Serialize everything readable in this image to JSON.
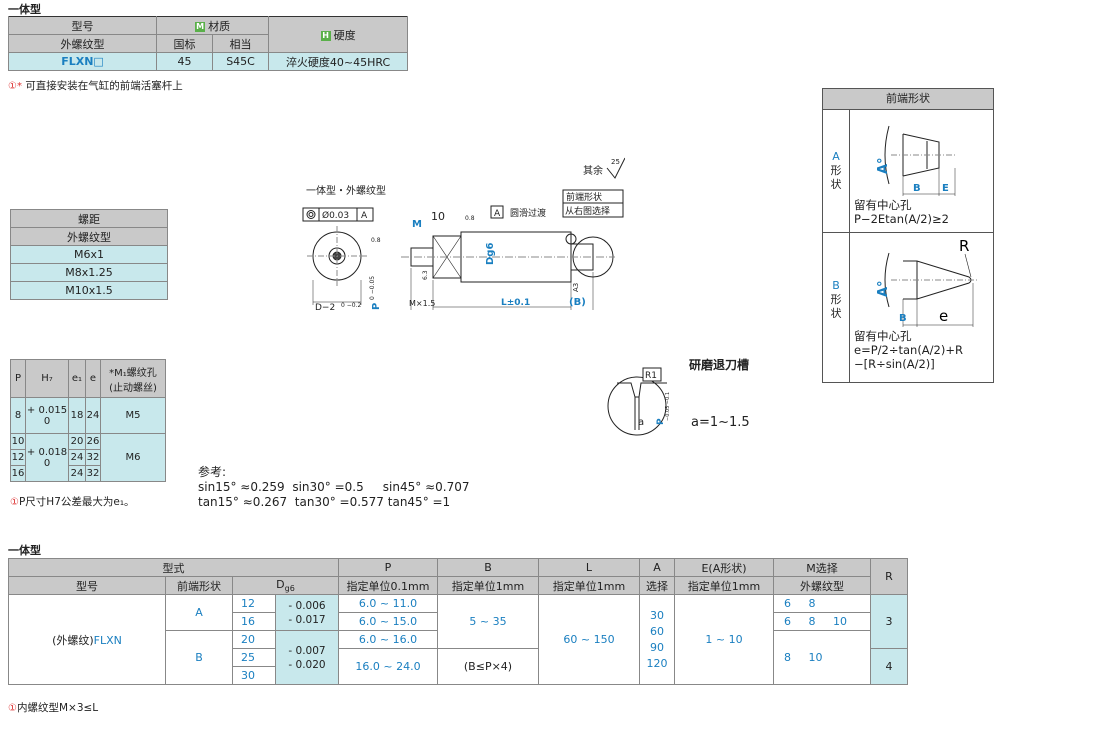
{
  "section1_title": "一体型",
  "material_table": {
    "model_header": "型号",
    "material_header": "材质",
    "material_badge": "M",
    "hardness_header": "硬度",
    "hardness_badge": "H",
    "sub_model": "外螺纹型",
    "sub_std": "国标",
    "sub_eq": "相当",
    "row_model": "FLXN□",
    "row_std": "45",
    "row_eq": "S45C",
    "row_hardness": "淬火硬度40~45HRC"
  },
  "note_top": "可直接安装在气缸的前端活塞杆上",
  "note_icon_top": "①*",
  "pitch_table": {
    "header": "螺距",
    "sub": "外螺纹型",
    "rows": [
      "M6x1",
      "M8x1.25",
      "M10x1.5"
    ]
  },
  "h7_table": {
    "headers": [
      "P",
      "H₇",
      "e₁",
      "e",
      "*M₁螺纹孔",
      "(止动螺丝)"
    ],
    "g1_p": "8",
    "g1_tol_a": "+ 0.015",
    "g1_tol_b": "0",
    "g1_e1": "18",
    "g1_e": "24",
    "g1_m": "M5",
    "g2_p": [
      "10",
      "12",
      "16"
    ],
    "g2_tol_a": "+ 0.018",
    "g2_tol_b": "0",
    "g2_e1": [
      "20",
      "24",
      "24"
    ],
    "g2_e": [
      "26",
      "32",
      "32"
    ],
    "g2_m": "M6",
    "note": "P尺寸H7公差最大为e₁。",
    "note_icon": "①"
  },
  "reference": {
    "label": "参考:",
    "line1": "sin15° ≈0.259  sin30° =0.5     sin45° ≈0.707",
    "line2": "tan15° ≈0.267  tan30° =0.577 tan45° =1"
  },
  "drawing": {
    "title": "一体型・外螺纹型",
    "other": "其余",
    "other_rough": "25",
    "conc": "Ø0.03",
    "datum": "A",
    "rough_08": "0.8",
    "dim_10": "10",
    "smooth": "圆滑过渡",
    "front_shape_a": "前端形状",
    "front_shape_b": "从右图选择",
    "label_M": "M",
    "label_Dg6": "Dg6",
    "label_Mx15": "M×1.5",
    "label_L": "L±0.1",
    "label_B": "(B)",
    "label_D02": "D−2",
    "label_D02_tol": "0 −0.2",
    "label_P": "P",
    "label_P_tol": "0 −0.05",
    "label_63": "6.3",
    "label_A3": "A3"
  },
  "groove": {
    "title": "研磨退刀槽",
    "r1": "R1",
    "a": "a",
    "p": "P",
    "p_tol": "−0.05 −0.1",
    "formula": "a=1~1.5"
  },
  "front_shape": {
    "header": "前端形状",
    "a_label": "A",
    "a_label2": "形",
    "a_label3": "状",
    "a_angle": "A°",
    "a_B": "B",
    "a_E": "E",
    "a_note1": "留有中心孔",
    "a_note2": "P−2Etan(A/2)≥2",
    "b_label": "B",
    "b_label2": "形",
    "b_label3": "状",
    "b_angle": "A°",
    "b_R": "R",
    "b_B": "B",
    "b_e": "e",
    "b_note1": "留有中心孔",
    "b_note2": "e=P/2÷tan(A/2)+R",
    "b_note3": "−[R÷sin(A/2)]"
  },
  "section2_title": "一体型",
  "main_table": {
    "h_type": "型式",
    "h_P": "P",
    "h_B": "B",
    "h_L": "L",
    "h_A": "A",
    "h_E": "E(A形状)",
    "h_M": "M选择",
    "h_R": "R",
    "s_model": "型号",
    "s_front": "前端形状",
    "s_D": "Dg6",
    "s_P": "指定单位0.1mm",
    "s_B": "指定单位1mm",
    "s_L": "指定单位1mm",
    "s_A": "选择",
    "s_E": "指定单位1mm",
    "s_M": "外螺纹型",
    "model_prefix": "(外螺纹)",
    "model": "FLXN",
    "shape_A": "A",
    "shape_B": "B",
    "d_vals": [
      "12",
      "16",
      "20",
      "25",
      "30"
    ],
    "tol_a1": "- 0.006",
    "tol_a2": "- 0.017",
    "tol_b1": "- 0.007",
    "tol_b2": "- 0.020",
    "p_vals": [
      "6.0 ~ 11.0",
      "6.0 ~ 15.0",
      "6.0 ~ 16.0",
      "16.0 ~ 24.0"
    ],
    "b_val": "5 ~ 35",
    "b_cond": "(B≤P×4)",
    "l_val": "60 ~ 150",
    "a_vals": [
      "30",
      "60",
      "90",
      "120"
    ],
    "e_val": "1 ~ 10",
    "m_row1": [
      "6",
      "8"
    ],
    "m_row2": [
      "6",
      "8",
      "10"
    ],
    "m_row3": [
      "8",
      "10"
    ],
    "r_vals": [
      "3",
      "4"
    ]
  },
  "note_bottom": "内螺纹型M×3≤L",
  "note_icon_bottom": "①"
}
